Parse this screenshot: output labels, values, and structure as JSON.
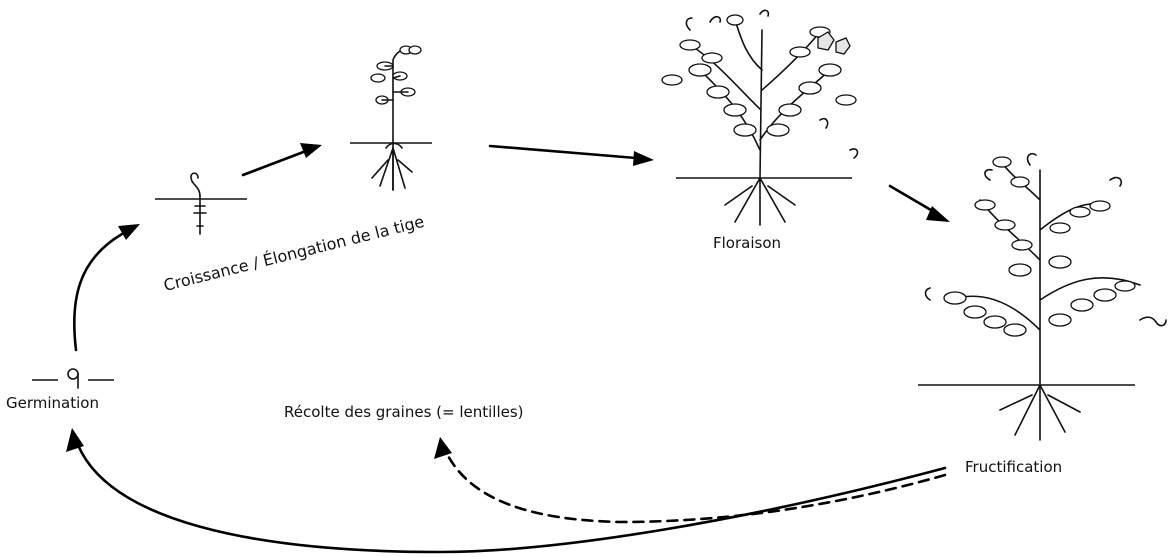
{
  "stages": {
    "germination": "Germination",
    "growth": "Croissance / Élongation de la tige",
    "flowering": "Floraison",
    "fruiting": "Fructification",
    "harvest": "Récolte des graines (= lentilles)"
  },
  "colors": {
    "ink": "#111111",
    "background": "#ffffff"
  }
}
